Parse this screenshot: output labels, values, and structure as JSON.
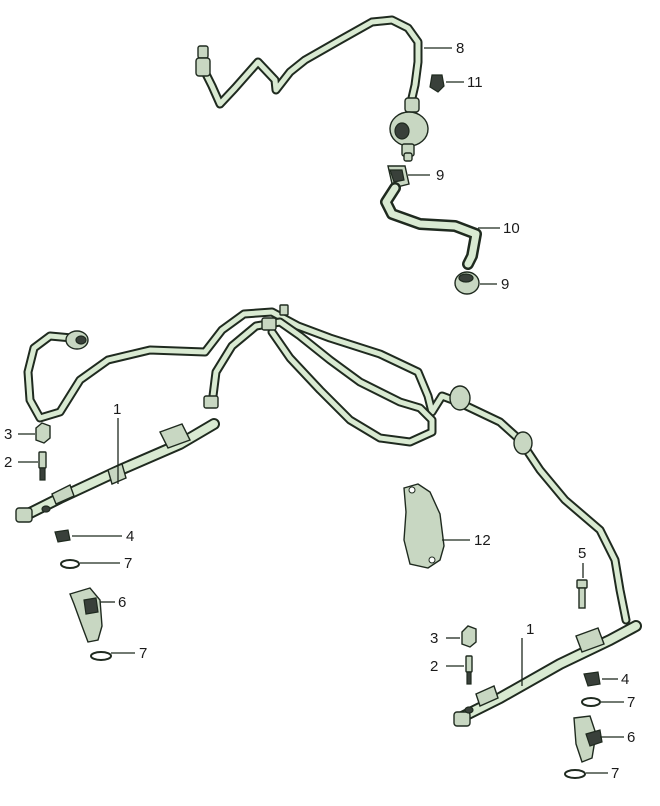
{
  "callouts": {
    "upper_line_assembly": "8",
    "upper_clip": "11",
    "upper_hose_clamp_top": "9",
    "upper_short_hose": "10",
    "upper_hose_clamp_bottom": "9",
    "left_rail": "1",
    "left_cap": "3",
    "left_valve": "2",
    "left_retainer_clip": "4",
    "left_oring_top": "7",
    "left_injector": "6",
    "left_oring_bottom": "7",
    "bracket": "12",
    "bolt": "5",
    "right_rail": "1",
    "right_cap": "3",
    "right_valve": "2",
    "right_retainer_clip": "4",
    "right_oring_top": "7",
    "right_injector": "6",
    "right_oring_bottom": "7"
  },
  "colors": {
    "line_fill": "#d9ead2",
    "line_outline": "#1f2a1f",
    "part_fill": "#c8d7c2",
    "background": "#ffffff"
  }
}
